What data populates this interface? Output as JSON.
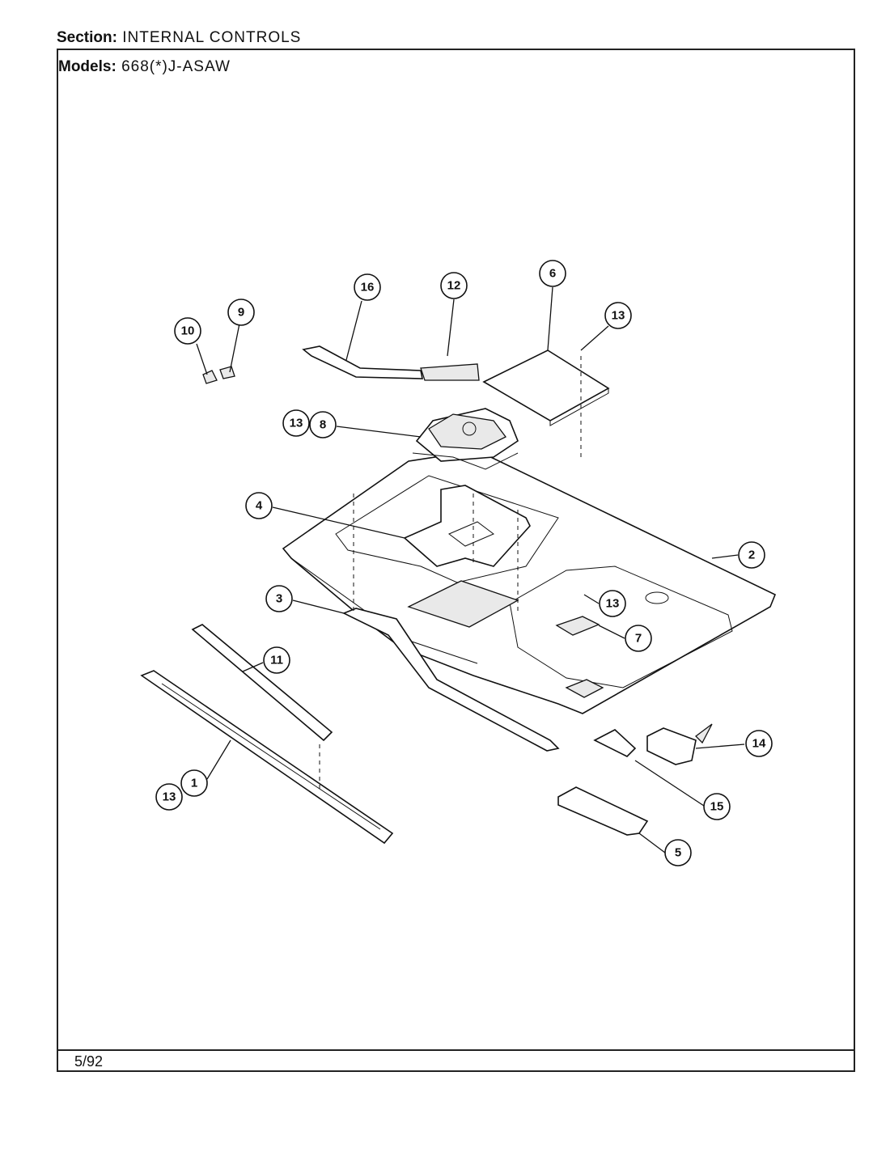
{
  "header": {
    "section_label": "Section:",
    "section_value": "INTERNAL CONTROLS",
    "models_label": "Models:",
    "models_value": "668(*)J-ASAW"
  },
  "footer": {
    "date": "5/92"
  },
  "callouts": {
    "c1": "1",
    "c2": "2",
    "c3": "3",
    "c4": "4",
    "c5": "5",
    "c6": "6",
    "c7": "7",
    "c8": "8",
    "c9": "9",
    "c10": "10",
    "c11": "11",
    "c12": "12",
    "c13a": "13",
    "c13b": "13",
    "c13c": "13",
    "c13d": "13",
    "c14": "14",
    "c15": "15",
    "c16": "16"
  }
}
